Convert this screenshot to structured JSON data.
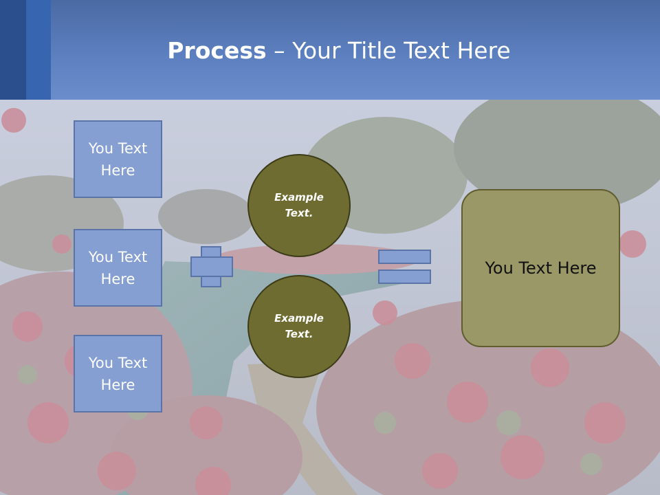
{
  "title": {
    "bold": "Process",
    "rest": " – Your Title Text Here"
  },
  "left_boxes": [
    {
      "label": "You Text Here"
    },
    {
      "label": "You Text Here"
    },
    {
      "label": "You Text Here"
    }
  ],
  "circles": [
    {
      "label": "Example Text."
    },
    {
      "label": "Example Text."
    }
  ],
  "result": {
    "label": "You Text Here"
  },
  "colors": {
    "title_bar": "#5c7fbf",
    "box_fill": "#859fd2",
    "circle_fill": "#6e6c31",
    "result_fill": "#9a9866"
  }
}
